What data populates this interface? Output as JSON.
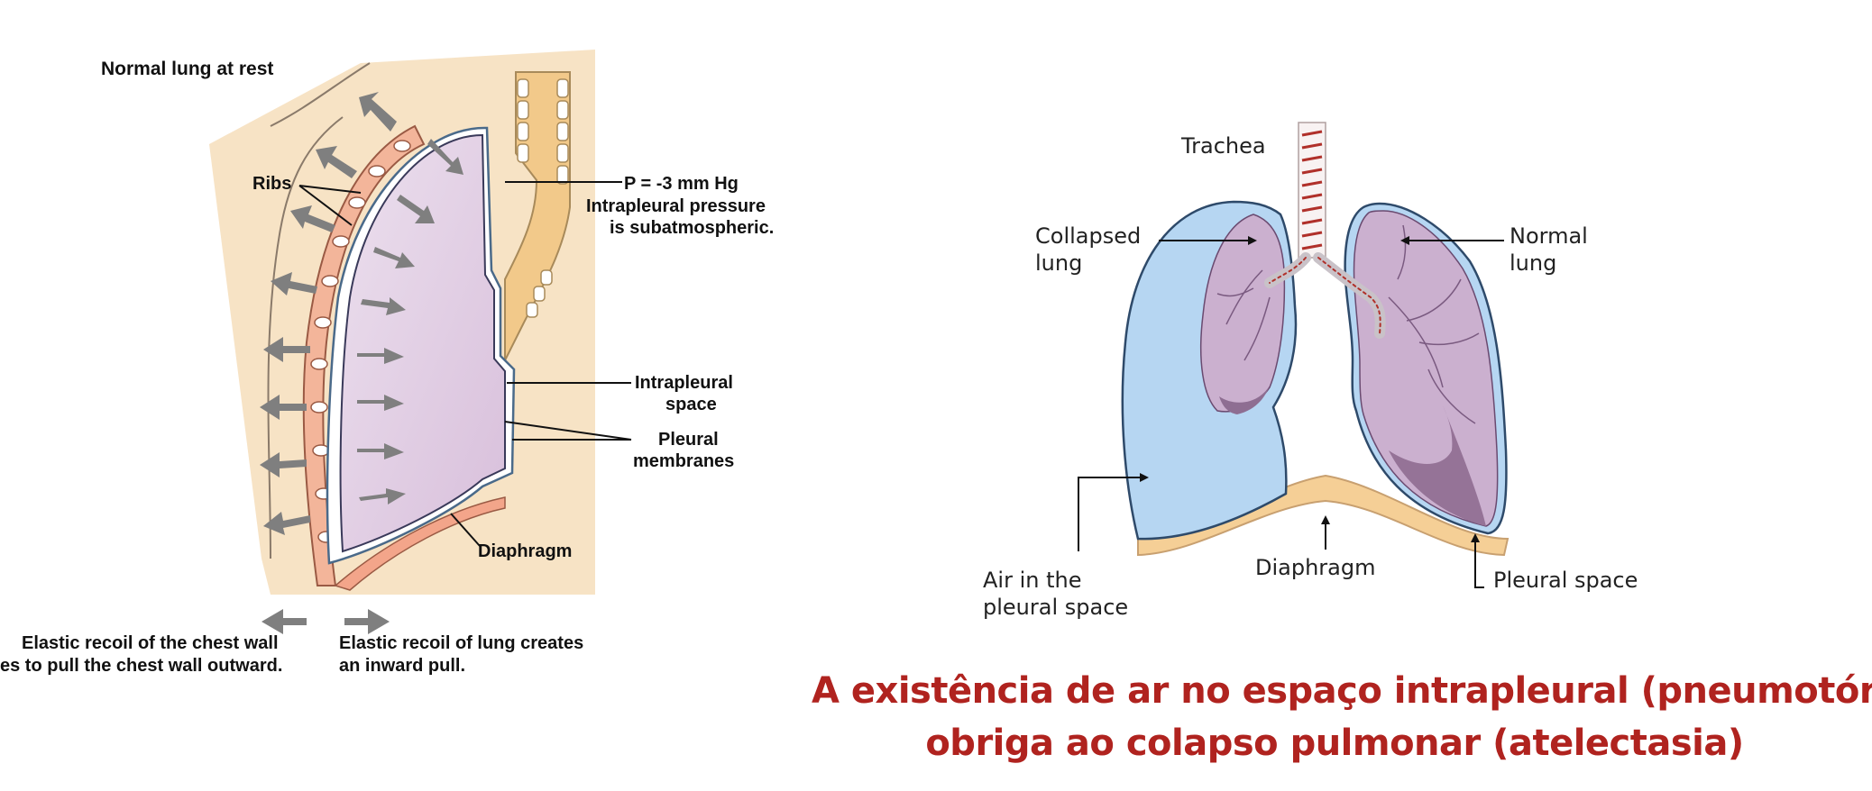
{
  "left_figure": {
    "title": "Normal lung at rest",
    "ribs": "Ribs",
    "pressure": "P = -3 mm Hg",
    "pressure_note_1": "Intrapleural pressure",
    "pressure_note_2": "is subatmospheric.",
    "intrapleural_1": "Intrapleural",
    "intrapleural_2": "space",
    "pleural_1": "Pleural",
    "pleural_2": "membranes",
    "diaphragm": "Diaphragm",
    "chest_wall_1": "Elastic recoil of the chest wall",
    "chest_wall_2": "tries to pull the chest wall outward.",
    "lung_recoil_1": "Elastic recoil of lung creates",
    "lung_recoil_2": "an inward pull."
  },
  "right_figure": {
    "trachea": "Trachea",
    "collapsed_1": "Collapsed",
    "collapsed_2": "lung",
    "normal_1": "Normal",
    "normal_2": "lung",
    "air_1": "Air in the",
    "air_2": "pleural space",
    "diaphragm": "Diaphragm",
    "pleural_space": "Pleural space"
  },
  "caption": {
    "line1": "A existência de ar no espaço intrapleural (pneumotórax)",
    "line2": "obriga ao colapso pulmonar (atelectasia)"
  },
  "colors": {
    "caption": "#b0231f",
    "lung_fill": "#dcc3de",
    "pleural_air": "#b6d6f2",
    "body_tone": "#f7e3c5",
    "arrow_grey": "#7f7f7f"
  }
}
